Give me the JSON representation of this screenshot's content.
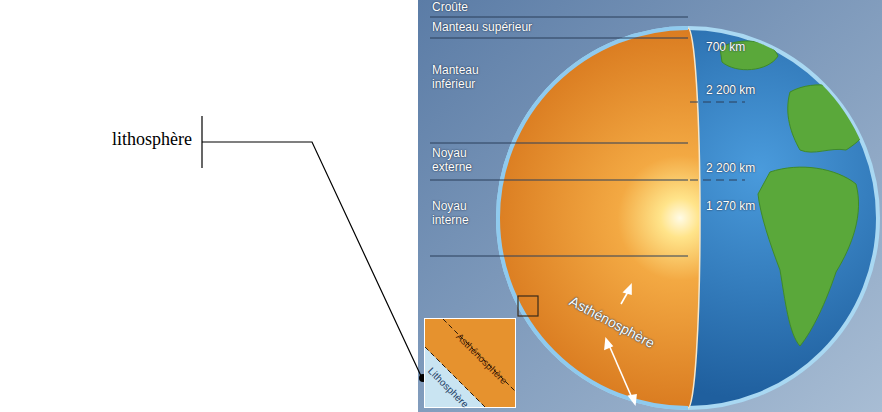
{
  "diagram": {
    "nodes": [
      {
        "text": [
          "Asthénosphère",
          "Lithosphère"
        ]
      }
    ],
    "labels": [
      "Croûte",
      "Manteau supérieur",
      "700 km",
      "Manteau inférieur",
      "2 200 km",
      "Noyau externe",
      "2 200 km",
      "Noyau interne",
      "1 270 km",
      "Asthénosphère",
      "lithosphère"
    ]
  }
}
